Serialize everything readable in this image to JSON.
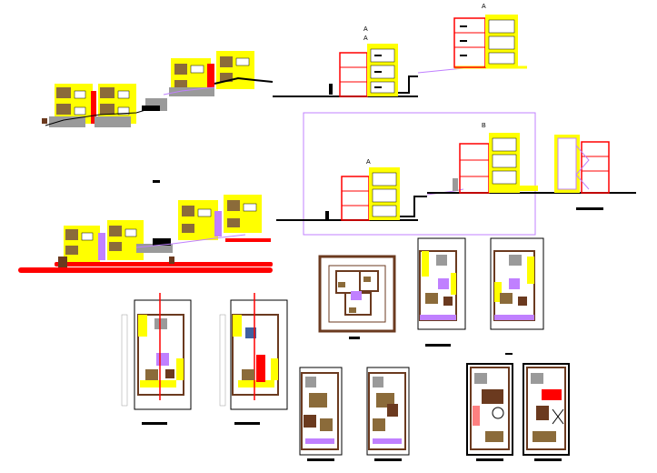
{
  "sheet": {
    "background": "#ffffff",
    "palette": {
      "wall": "#ffff00",
      "wall_alt": "#f0e000",
      "brick": "#6b3a1f",
      "red": "#ff0000",
      "violet": "#c080ff",
      "magenta": "#cc00cc",
      "line": "#000000",
      "grey": "#9a9a9a"
    }
  },
  "section_labels": {
    "a1": "A",
    "a2": "A",
    "a3": "A",
    "a4": "A",
    "b": "B"
  },
  "icons": [
    "building-elevation-icon",
    "floor-plan-icon",
    "site-plan-icon",
    "view-frame-icon"
  ]
}
